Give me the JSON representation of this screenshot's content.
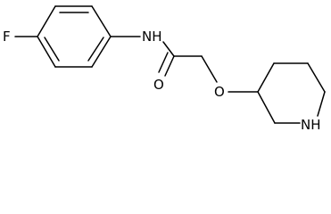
{
  "molecule": {
    "atoms": {
      "fluorine": "F",
      "amide_nitrogen": "NH",
      "carbonyl_oxygen": "O",
      "ether_oxygen": "O",
      "piperidine_nitrogen": "NH"
    }
  }
}
